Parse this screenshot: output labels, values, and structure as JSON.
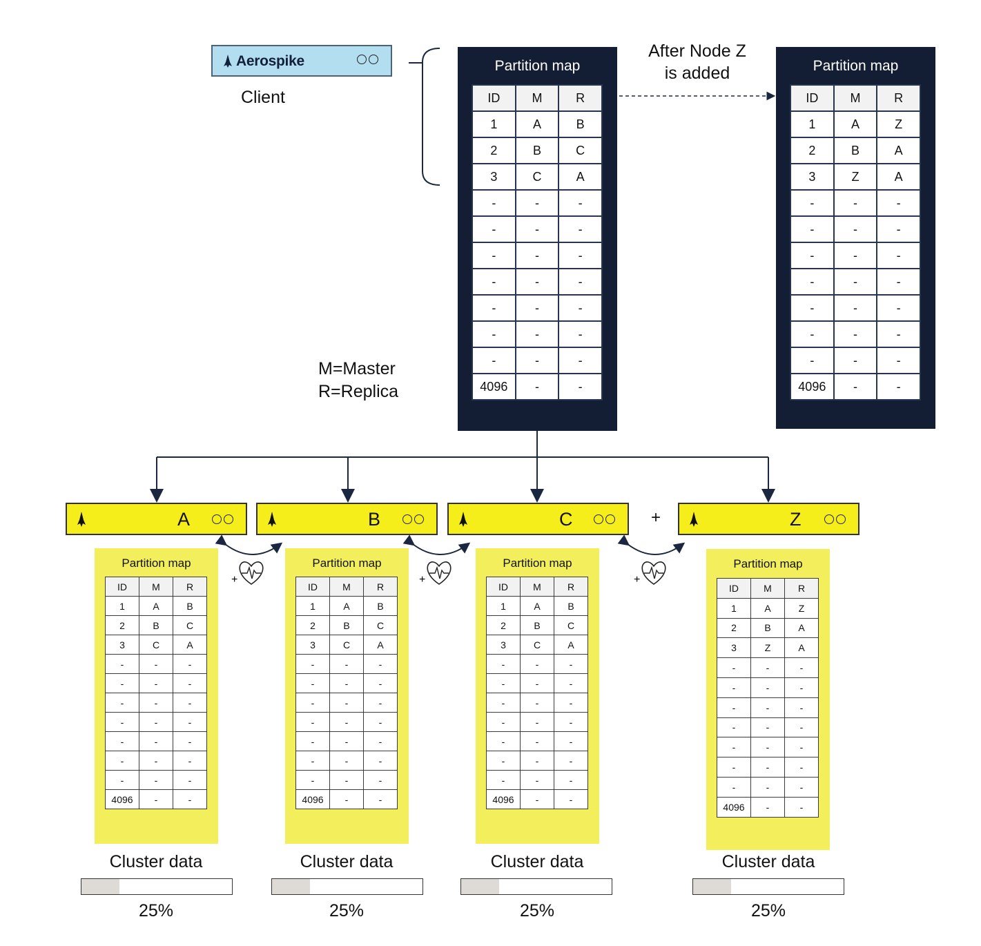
{
  "client": {
    "brand": "Aerospike",
    "label": "Client"
  },
  "main_map": {
    "title": "Partition map"
  },
  "new_map": {
    "title": "Partition map"
  },
  "transition": {
    "line1": "After Node Z",
    "line2": "is added"
  },
  "legend": {
    "master": "M=Master",
    "replica": "R=Replica"
  },
  "plus_sign": "+",
  "columns": [
    "ID",
    "M",
    "R"
  ],
  "rows_before": [
    [
      "1",
      "A",
      "B"
    ],
    [
      "2",
      "B",
      "C"
    ],
    [
      "3",
      "C",
      "A"
    ],
    [
      "-",
      "-",
      "-"
    ],
    [
      "-",
      "-",
      "-"
    ],
    [
      "-",
      "-",
      "-"
    ],
    [
      "-",
      "-",
      "-"
    ],
    [
      "-",
      "-",
      "-"
    ],
    [
      "-",
      "-",
      "-"
    ],
    [
      "-",
      "-",
      "-"
    ],
    [
      "4096",
      "-",
      "-"
    ]
  ],
  "rows_after": [
    [
      "1",
      "A",
      "Z"
    ],
    [
      "2",
      "B",
      "A"
    ],
    [
      "3",
      "Z",
      "A"
    ],
    [
      "-",
      "-",
      "-"
    ],
    [
      "-",
      "-",
      "-"
    ],
    [
      "-",
      "-",
      "-"
    ],
    [
      "-",
      "-",
      "-"
    ],
    [
      "-",
      "-",
      "-"
    ],
    [
      "-",
      "-",
      "-"
    ],
    [
      "-",
      "-",
      "-"
    ],
    [
      "4096",
      "-",
      "-"
    ]
  ],
  "nodes": [
    {
      "name": "A",
      "map_title": "Partition map",
      "data_label": "Cluster data",
      "percent": "25%",
      "fill": 0.25
    },
    {
      "name": "B",
      "map_title": "Partition map",
      "data_label": "Cluster data",
      "percent": "25%",
      "fill": 0.25
    },
    {
      "name": "C",
      "map_title": "Partition map",
      "data_label": "Cluster data",
      "percent": "25%",
      "fill": 0.25
    },
    {
      "name": "Z",
      "map_title": "Partition map",
      "data_label": "Cluster data",
      "percent": "25%",
      "fill": 0.25
    }
  ],
  "colors": {
    "dark_panel": "#131d33",
    "node_yellow": "#f6ee1a",
    "panel_yellow": "#f3ef5c",
    "client_blue": "#b3def0"
  }
}
